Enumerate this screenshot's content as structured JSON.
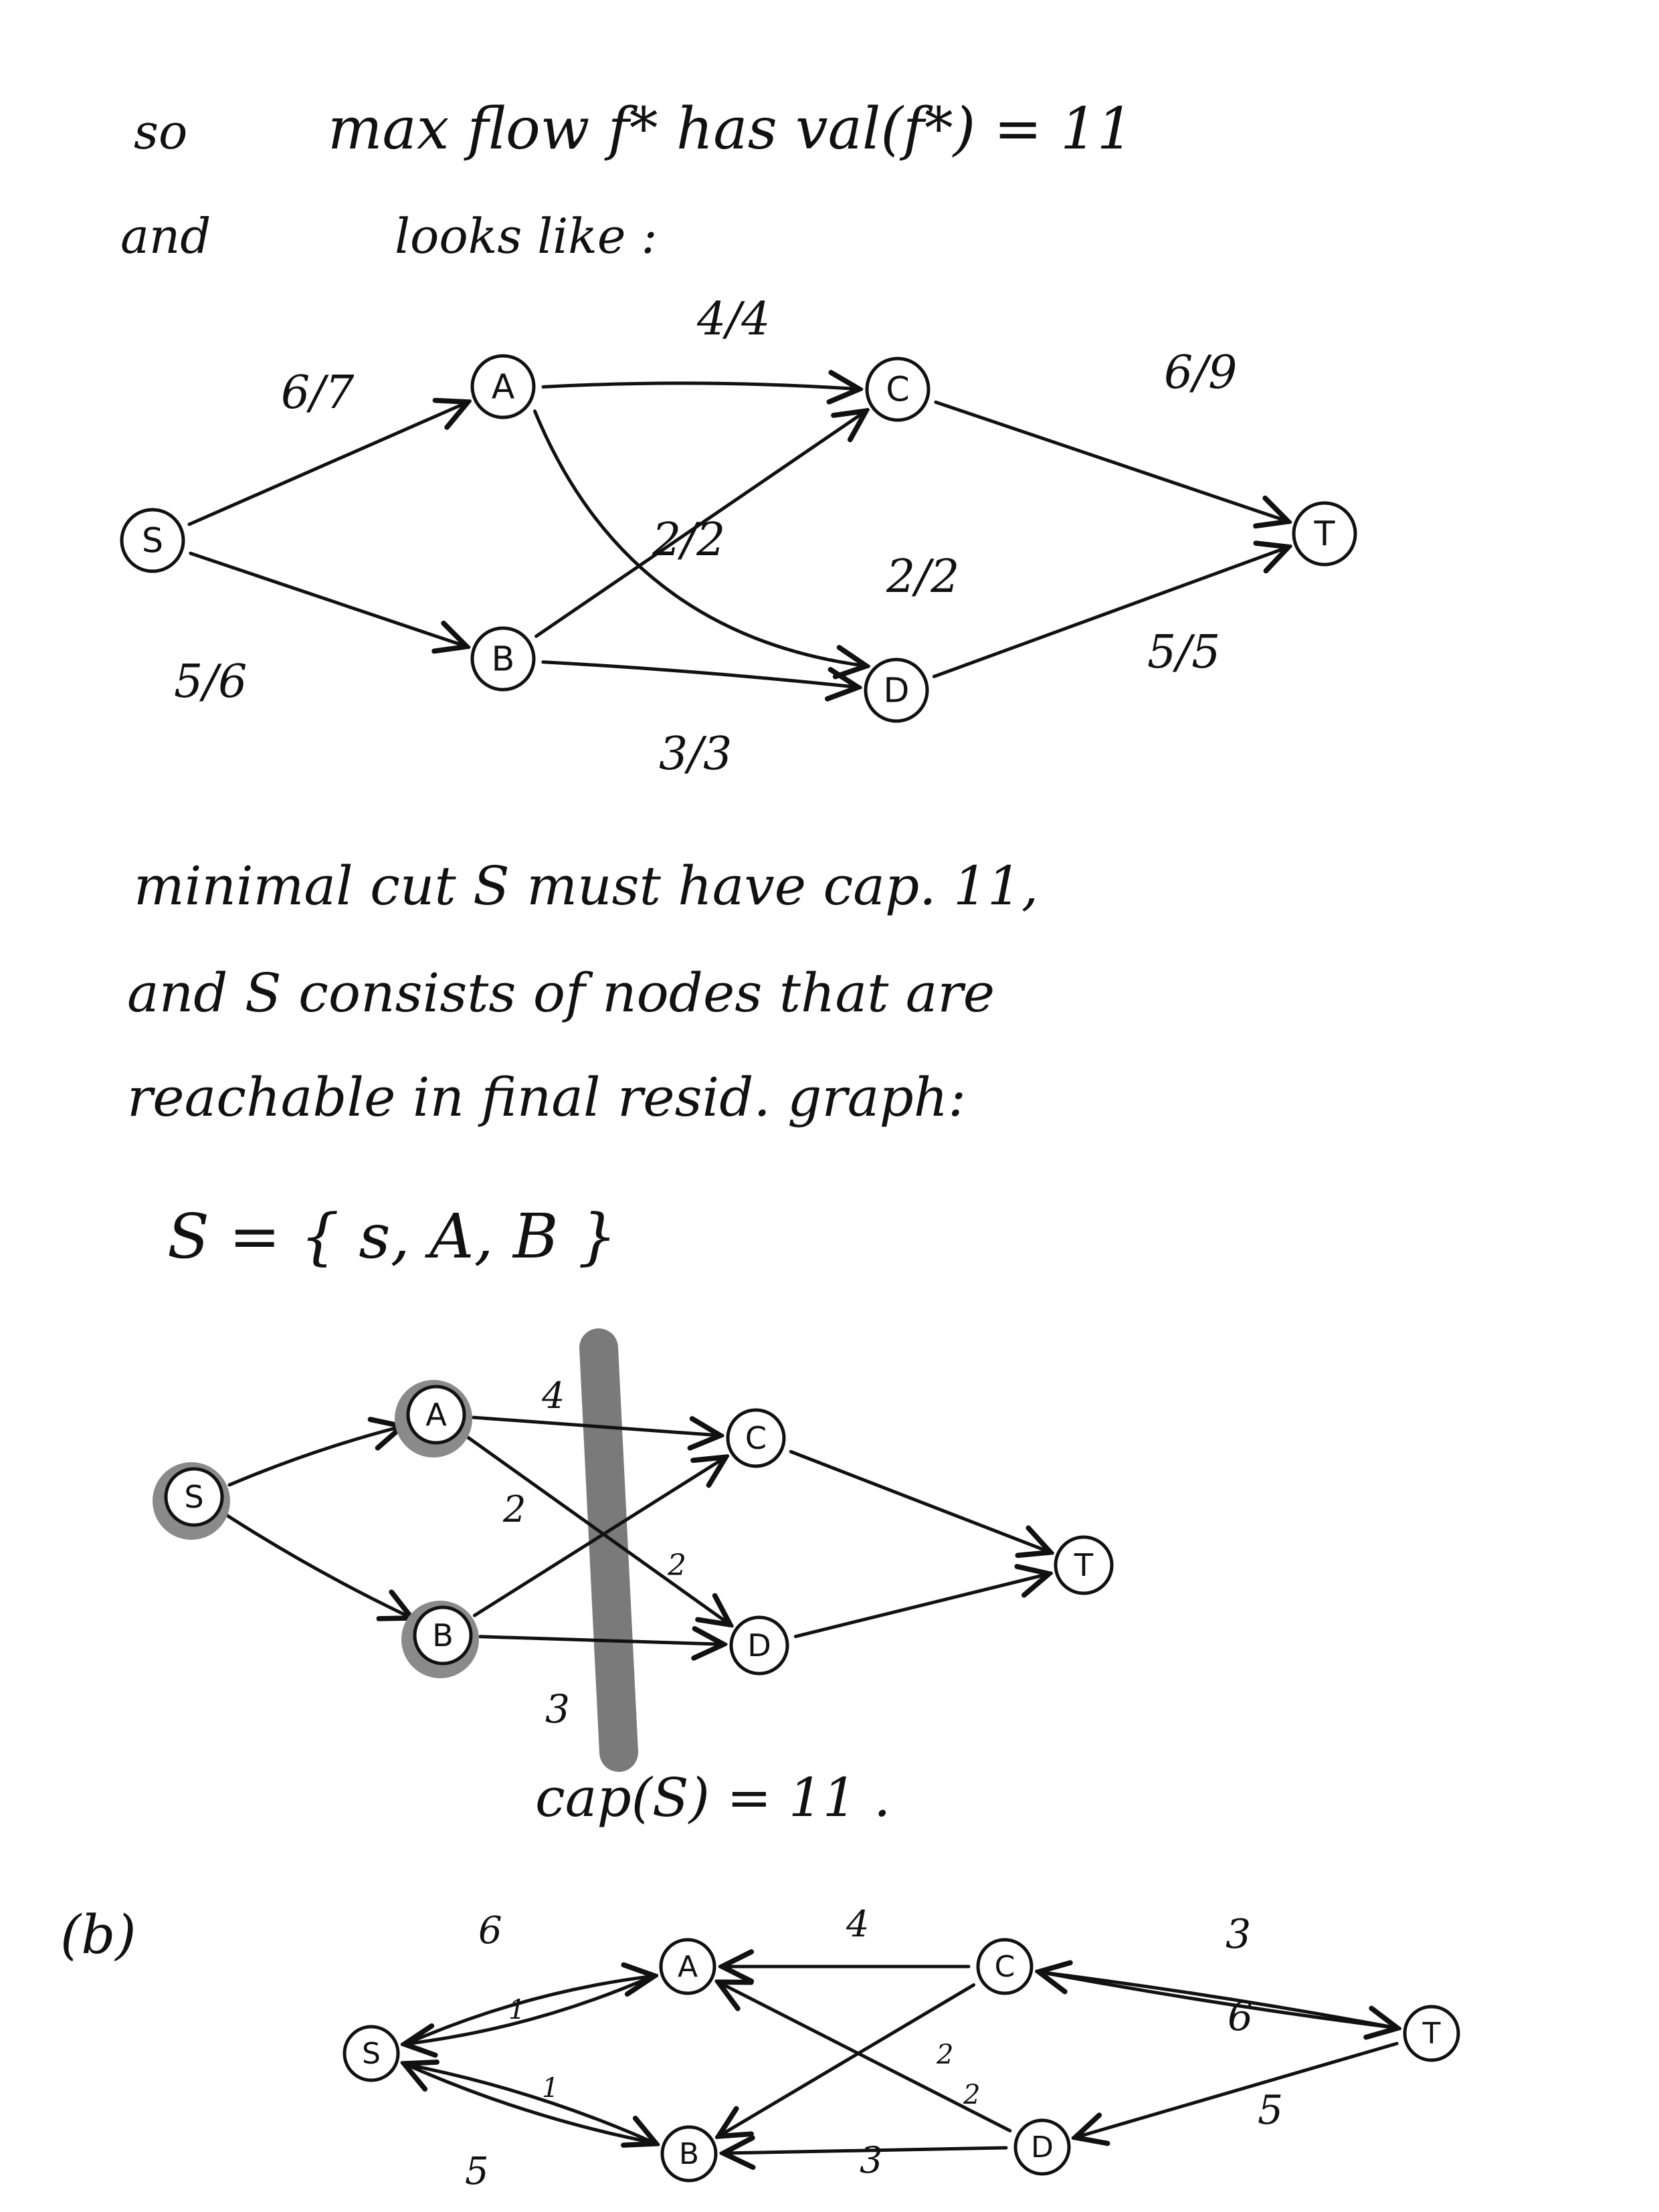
{
  "text": {
    "line1_so": "so",
    "line1_main": "max flow f* has val(f*) = 11",
    "line2_and": "and",
    "line2_rest": "looks like :",
    "min1": "minimal cut S must have cap. 11,",
    "min2": "and S consists of nodes that are",
    "min3": "reachable in final resid. graph:",
    "set": "S = { s, A, B }",
    "cap": "cap(S) = 11 .",
    "part_b": "(b)"
  },
  "graphs": [
    {
      "id": "flow",
      "nodes": [
        {
          "id": "s",
          "label": "S"
        },
        {
          "id": "A",
          "label": "A"
        },
        {
          "id": "B",
          "label": "B"
        },
        {
          "id": "C",
          "label": "C"
        },
        {
          "id": "D",
          "label": "D"
        },
        {
          "id": "T",
          "label": "T"
        }
      ],
      "edges": [
        {
          "from": "s",
          "to": "A",
          "label": "6/7"
        },
        {
          "from": "s",
          "to": "B",
          "label": "5/6"
        },
        {
          "from": "A",
          "to": "C",
          "label": "4/4"
        },
        {
          "from": "A",
          "to": "D",
          "label": "2/2"
        },
        {
          "from": "B",
          "to": "C",
          "label": "2/2"
        },
        {
          "from": "B",
          "to": "D",
          "label": "3/3"
        },
        {
          "from": "C",
          "to": "T",
          "label": "6/9"
        },
        {
          "from": "D",
          "to": "T",
          "label": "5/5"
        }
      ]
    },
    {
      "id": "cut",
      "shaded_nodes": [
        "s",
        "A",
        "B"
      ],
      "nodes": [
        {
          "id": "s",
          "label": "S"
        },
        {
          "id": "A",
          "label": "A"
        },
        {
          "id": "B",
          "label": "B"
        },
        {
          "id": "C",
          "label": "C"
        },
        {
          "id": "D",
          "label": "D"
        },
        {
          "id": "T",
          "label": "T"
        }
      ],
      "edges": [
        {
          "from": "s",
          "to": "A",
          "label": ""
        },
        {
          "from": "s",
          "to": "B",
          "label": ""
        },
        {
          "from": "A",
          "to": "C",
          "label": "4"
        },
        {
          "from": "A",
          "to": "D",
          "label": "2"
        },
        {
          "from": "B",
          "to": "C",
          "label": "2"
        },
        {
          "from": "B",
          "to": "D",
          "label": "3"
        },
        {
          "from": "C",
          "to": "T",
          "label": ""
        },
        {
          "from": "D",
          "to": "T",
          "label": ""
        }
      ]
    },
    {
      "id": "residual",
      "nodes": [
        {
          "id": "s",
          "label": "S"
        },
        {
          "id": "A",
          "label": "A"
        },
        {
          "id": "B",
          "label": "B"
        },
        {
          "id": "C",
          "label": "C"
        },
        {
          "id": "D",
          "label": "D"
        },
        {
          "id": "T",
          "label": "T"
        }
      ],
      "edges": [
        {
          "from": "A",
          "to": "s",
          "label": "6"
        },
        {
          "from": "s",
          "to": "A",
          "label": "1"
        },
        {
          "from": "s",
          "to": "B",
          "label": "1"
        },
        {
          "from": "B",
          "to": "s",
          "label": "5"
        },
        {
          "from": "C",
          "to": "A",
          "label": "4"
        },
        {
          "from": "C",
          "to": "B",
          "label": "2"
        },
        {
          "from": "D",
          "to": "A",
          "label": "2"
        },
        {
          "from": "D",
          "to": "B",
          "label": "3"
        },
        {
          "from": "C",
          "to": "T",
          "label": "3"
        },
        {
          "from": "T",
          "to": "C",
          "label": "6"
        },
        {
          "from": "T",
          "to": "D",
          "label": "5"
        }
      ]
    }
  ]
}
